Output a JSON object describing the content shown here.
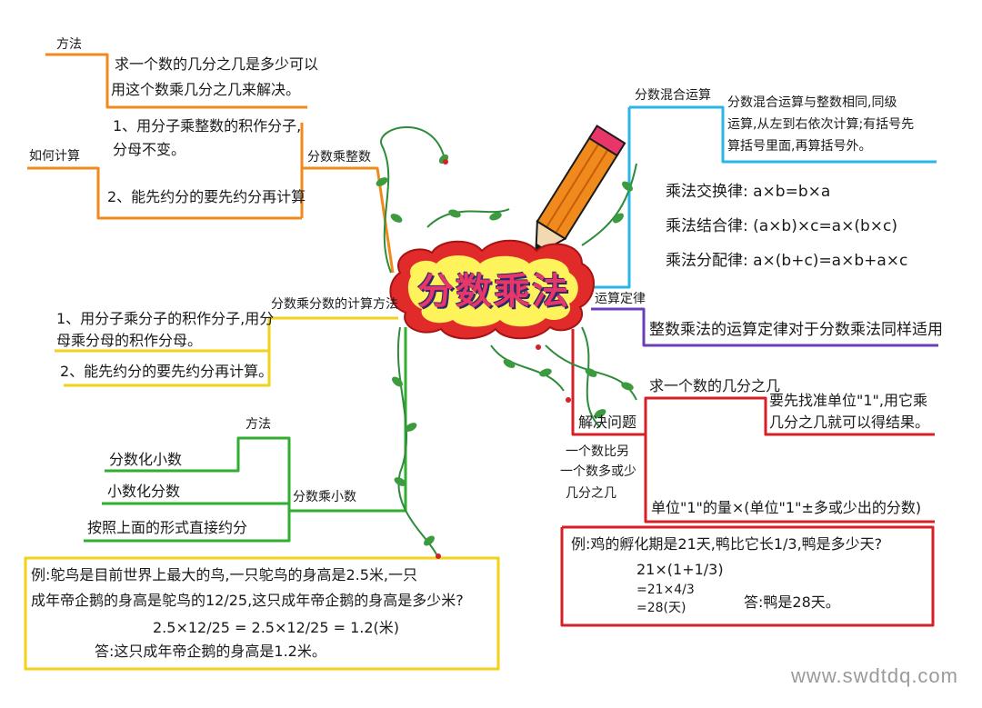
{
  "center": {
    "title": "分数乘法"
  },
  "branches": {
    "whole": {
      "label": "分数乘整数",
      "method_label": "方法",
      "method_text": [
        "求一个数的几分之几是多少可以",
        "用这个数乘几分之几来解决。"
      ],
      "how_label": "如何计算",
      "step1": [
        "1、用分子乘整数的积作分子,",
        "分母不变。"
      ],
      "step2": "2、能先约分的要先约分再计算"
    },
    "fraction": {
      "label": "分数乘分数的计算方法",
      "step1": [
        "1、用分子乘分子的积作分子,用分",
        "母乘分母的积作分母。"
      ],
      "step2": "2、能先约分的要先约分再计算。"
    },
    "decimal": {
      "label": "分数乘小数",
      "method_label": "方法",
      "m1": "分数化小数",
      "m2": "小数化分数",
      "m3": "按照上面的形式直接约分"
    },
    "mixed": {
      "label": "分数混合运算",
      "text": [
        "分数混合运算与整数相同,同级",
        "运算,从左到右依次计算;有括号先",
        "算括号里面,再算括号外。"
      ]
    },
    "laws": {
      "commutative": "乘法交换律: a×b=b×a",
      "associative": "乘法结合律: (a×b)×c=a×(b×c)",
      "distributive": "乘法分配律: a×(b+c)=a×b+a×c",
      "label": "运算定律",
      "text": "整数乘法的运算定律对于分数乘法同样适用"
    },
    "problems": {
      "label": "解决问题",
      "q1_label": "求一个数的几分之几",
      "q1_text": [
        "要先找准单位\"1\",用它乘",
        "几分之几就可以得结果。"
      ],
      "q2_label": [
        "一个数比另",
        "一个数多或少",
        "几分之几"
      ],
      "q2_text": "单位\"1\"的量×(单位\"1\"±多或少出的分数)"
    }
  },
  "examples": {
    "ostrich": {
      "question": [
        "例:鸵鸟是目前世界上最大的鸟,一只鸵鸟的身高是2.5米,一只",
        "成年帝企鹅的身高是鸵鸟的12/25,这只成年帝企鹅的身高是多少米?"
      ],
      "calc": "2.5×12/25 = 2.5×12/25 = 1.2(米)",
      "answer": "答:这只成年帝企鹅的身高是1.2米。"
    },
    "duck": {
      "question": "例:鸡的孵化期是21天,鸭比它长1/3,鸭是多少天?",
      "step1": "21×(1+1/3)",
      "step2": "=21×4/3",
      "step3": "=28(天)",
      "answer": "答:鸭是28天。"
    }
  },
  "watermark": "www.swdtdq.com",
  "colors": {
    "orange": "#f08a1c",
    "yellow": "#f2d21b",
    "green": "#2fae2f",
    "cyan": "#29b6e6",
    "purple": "#6a3fb5",
    "red": "#d61f26",
    "vine": "#2e8b3a",
    "title": "#e8366b"
  },
  "icons": [
    "pencil-icon",
    "vine-decoration"
  ]
}
